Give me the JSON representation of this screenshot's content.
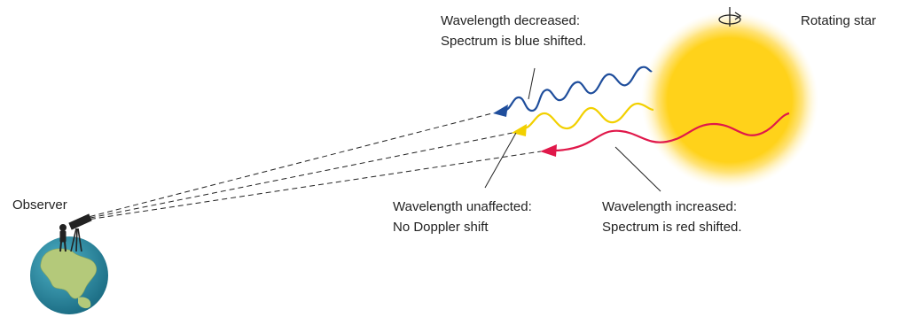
{
  "labels": {
    "rotating_star": "Rotating star",
    "observer": "Observer",
    "blue_line1": "Wavelength decreased:",
    "blue_line2": "Spectrum is blue shifted.",
    "yellow_line1": "Wavelength unaffected:",
    "yellow_line2": "No Doppler shift",
    "red_line1": "Wavelength increased:",
    "red_line2": "Spectrum is red shifted."
  },
  "colors": {
    "blue_wave": "#1f4e9c",
    "yellow_wave": "#f2d000",
    "red_wave": "#e0184a",
    "star_core": "#ffd21a",
    "star_glow": "#ffe9a0",
    "earth_ocean": "#2c8ea6",
    "earth_land": "#b4c97a",
    "sight_lines": "#222222"
  },
  "icons": {
    "rotation": "rotation-arrow-icon",
    "observer": "telescope-observer-icon"
  }
}
